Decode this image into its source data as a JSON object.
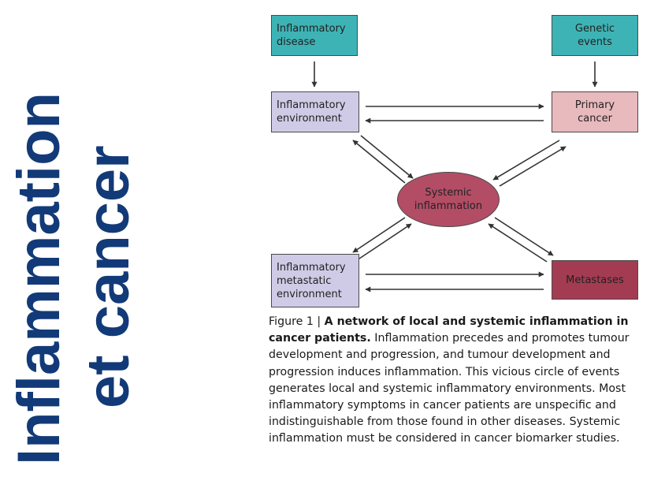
{
  "side_title": {
    "line1": "Inflammation",
    "line2": "et cancer"
  },
  "diagram": {
    "nodes": {
      "inflammatory_disease": [
        "Inflammatory",
        "disease"
      ],
      "genetic_events": [
        "Genetic",
        "events"
      ],
      "inflammatory_environment": [
        "Inflammatory",
        "environment"
      ],
      "primary_cancer": [
        "Primary",
        "cancer"
      ],
      "systemic_inflammation": [
        "Systemic",
        "inflammation"
      ],
      "inflammatory_metastatic_environment": [
        "Inflammatory",
        "metastatic",
        "environment"
      ],
      "metastases": [
        "Metastases"
      ]
    },
    "colors": {
      "teal": "#3eb3b5",
      "lavender": "#cfcbe6",
      "pink": "#e8b9bd",
      "maroon": "#a33c52",
      "ellipse": "#b34d66",
      "title_blue": "#123a78"
    }
  },
  "caption": {
    "label": "Figure 1 | ",
    "bold": "A network of local and systemic inflammation in cancer patients.",
    "text": " Inflammation precedes and promotes tumour development and progression, and tumour development and progression induces inflammation. This vicious circle of events generates local and systemic inflammatory environments. Most inflammatory symptoms in cancer patients are unspecific and indistinguishable from those found in other diseases. Systemic inflammation must be considered in cancer biomarker studies."
  }
}
